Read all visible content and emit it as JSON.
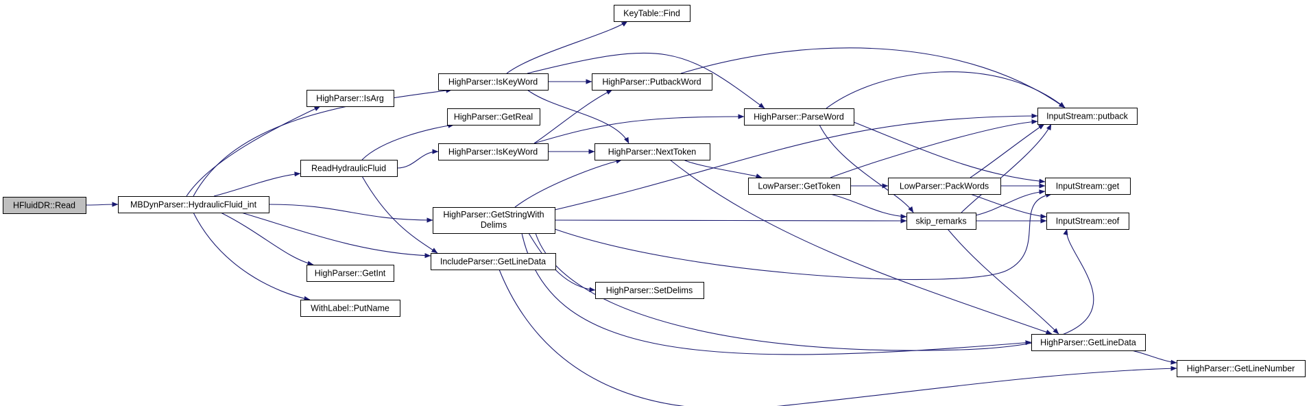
{
  "graph": {
    "colors": {
      "edge": "#191970",
      "node_fill": "#ffffff",
      "root_fill": "#bfbfbf",
      "border": "#000000"
    },
    "nodes": [
      {
        "id": "hfluid_read",
        "label": "HFluidDR::Read",
        "root": true
      },
      {
        "id": "mbdyn_hf",
        "label": "MBDynParser::HydraulicFluid_int"
      },
      {
        "id": "hp_isarg",
        "label": "HighParser::IsArg"
      },
      {
        "id": "read_hf",
        "label": "ReadHydraulicFluid"
      },
      {
        "id": "hp_getint",
        "label": "HighParser::GetInt"
      },
      {
        "id": "wl_putname",
        "label": "WithLabel::PutName"
      },
      {
        "id": "hp_iskeyword1",
        "label": "HighParser::IsKeyWord"
      },
      {
        "id": "hp_getreal",
        "label": "HighParser::GetReal"
      },
      {
        "id": "hp_iskeyword2",
        "label": "HighParser::IsKeyWord"
      },
      {
        "id": "hp_getstring",
        "label": "HighParser::GetStringWith",
        "label2": "Delims"
      },
      {
        "id": "ip_getlinedata",
        "label": "IncludeParser::GetLineData"
      },
      {
        "id": "kt_find",
        "label": "KeyTable::Find"
      },
      {
        "id": "hp_putback",
        "label": "HighParser::PutbackWord"
      },
      {
        "id": "hp_nexttoken",
        "label": "HighParser::NextToken"
      },
      {
        "id": "hp_setdelims",
        "label": "HighParser::SetDelims"
      },
      {
        "id": "hp_parseword",
        "label": "HighParser::ParseWord"
      },
      {
        "id": "lp_gettoken",
        "label": "LowParser::GetToken"
      },
      {
        "id": "lp_packwords",
        "label": "LowParser::PackWords"
      },
      {
        "id": "skip_remarks",
        "label": "skip_remarks"
      },
      {
        "id": "is_putback",
        "label": "InputStream::putback"
      },
      {
        "id": "is_get",
        "label": "InputStream::get"
      },
      {
        "id": "is_eof",
        "label": "InputStream::eof"
      },
      {
        "id": "hp_getlinedata",
        "label": "HighParser::GetLineData"
      },
      {
        "id": "hp_getlinenumber",
        "label": "HighParser::GetLineNumber"
      }
    ],
    "edges": [
      {
        "from": "hfluid_read",
        "to": "mbdyn_hf"
      },
      {
        "from": "mbdyn_hf",
        "to": "hp_isarg"
      },
      {
        "from": "mbdyn_hf",
        "to": "hp_iskeyword1"
      },
      {
        "from": "mbdyn_hf",
        "to": "read_hf"
      },
      {
        "from": "mbdyn_hf",
        "to": "hp_getstring"
      },
      {
        "from": "mbdyn_hf",
        "to": "ip_getlinedata"
      },
      {
        "from": "mbdyn_hf",
        "to": "hp_getint"
      },
      {
        "from": "mbdyn_hf",
        "to": "wl_putname"
      },
      {
        "from": "read_hf",
        "to": "hp_getreal"
      },
      {
        "from": "read_hf",
        "to": "hp_iskeyword2"
      },
      {
        "from": "read_hf",
        "to": "ip_getlinedata"
      },
      {
        "from": "hp_iskeyword1",
        "to": "kt_find"
      },
      {
        "from": "hp_iskeyword1",
        "to": "hp_putback"
      },
      {
        "from": "hp_iskeyword1",
        "to": "hp_parseword"
      },
      {
        "from": "hp_iskeyword1",
        "to": "hp_nexttoken"
      },
      {
        "from": "hp_iskeyword2",
        "to": "hp_putback"
      },
      {
        "from": "hp_iskeyword2",
        "to": "hp_parseword"
      },
      {
        "from": "hp_iskeyword2",
        "to": "hp_nexttoken"
      },
      {
        "from": "hp_putback",
        "to": "is_putback"
      },
      {
        "from": "hp_parseword",
        "to": "is_putback"
      },
      {
        "from": "hp_parseword",
        "to": "is_get"
      },
      {
        "from": "hp_parseword",
        "to": "skip_remarks"
      },
      {
        "from": "hp_nexttoken",
        "to": "lp_gettoken"
      },
      {
        "from": "hp_nexttoken",
        "to": "hp_getlinedata"
      },
      {
        "from": "hp_getstring",
        "to": "hp_nexttoken"
      },
      {
        "from": "hp_getstring",
        "to": "is_putback"
      },
      {
        "from": "hp_getstring",
        "to": "skip_remarks"
      },
      {
        "from": "hp_getstring",
        "to": "is_get"
      },
      {
        "from": "hp_getstring",
        "to": "hp_setdelims"
      },
      {
        "from": "hp_getstring",
        "to": "is_eof"
      },
      {
        "from": "hp_getstring",
        "to": "hp_getlinedata"
      },
      {
        "from": "ip_getlinedata",
        "to": "hp_getlinenumber"
      },
      {
        "from": "lp_gettoken",
        "to": "is_putback"
      },
      {
        "from": "lp_gettoken",
        "to": "lp_packwords"
      },
      {
        "from": "lp_gettoken",
        "to": "skip_remarks"
      },
      {
        "from": "lp_packwords",
        "to": "is_putback"
      },
      {
        "from": "lp_packwords",
        "to": "is_get"
      },
      {
        "from": "lp_packwords",
        "to": "is_eof"
      },
      {
        "from": "skip_remarks",
        "to": "is_putback"
      },
      {
        "from": "skip_remarks",
        "to": "is_get"
      },
      {
        "from": "skip_remarks",
        "to": "is_eof"
      },
      {
        "from": "skip_remarks",
        "to": "hp_getlinedata"
      },
      {
        "from": "hp_getlinedata",
        "to": "hp_getlinenumber"
      }
    ]
  }
}
